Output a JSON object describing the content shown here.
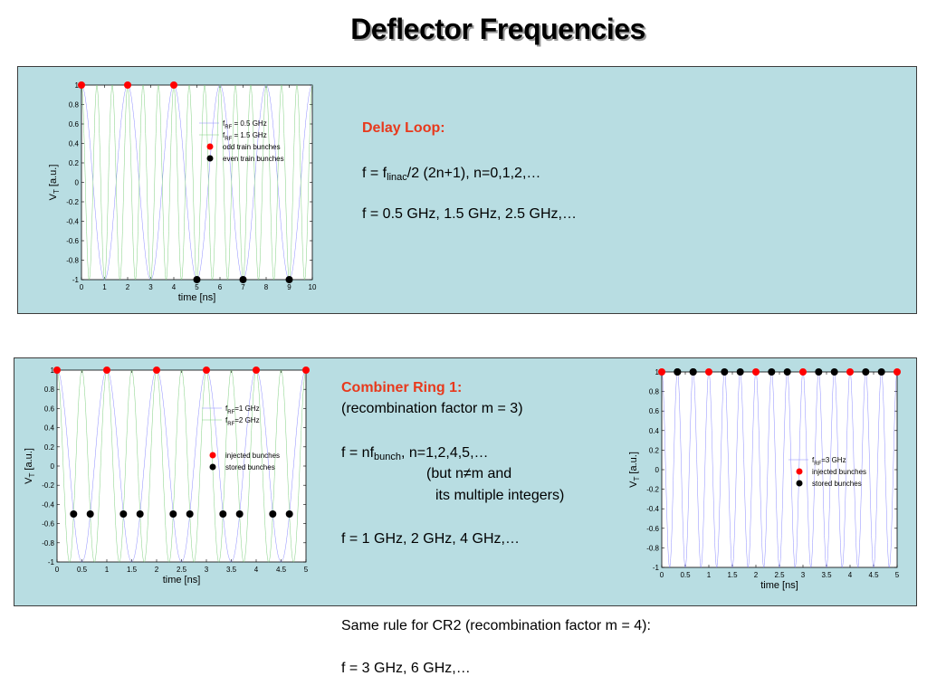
{
  "title": "Deflector Frequencies",
  "delay_loop": {
    "heading": "Delay Loop:",
    "formula_prefix": "f = f",
    "formula_sub": "linac",
    "formula_suffix": "/2 (2n+1),  n=0,1,2,…",
    "values": "f = 0.5 GHz, 1.5 GHz, 2.5 GHz,…"
  },
  "combiner_ring": {
    "heading": "Combiner Ring 1:",
    "subheading": "(recombination factor m = 3)",
    "formula_prefix": "f = nf",
    "formula_sub": "bunch",
    "formula_suffix": ",   n=1,2,4,5,…",
    "condition_1": "(but n≠m and",
    "condition_2": "its multiple integers)",
    "values": "f = 1 GHz, 2 GHz, 4 GHz,…"
  },
  "cr2": {
    "rule": "Same rule for CR2 (recombination factor m = 4):",
    "values": "f = 3 GHz, 6 GHz,…"
  },
  "chart_data": [
    {
      "type": "line",
      "xlabel": "time [ns]",
      "ylabel": "V_T [a.u.]",
      "xlim": [
        0,
        10
      ],
      "ylim": [
        -1,
        1
      ],
      "xticks": [
        "0",
        "1",
        "2",
        "3",
        "4",
        "5",
        "6",
        "7",
        "8",
        "9",
        "10"
      ],
      "yticks": [
        "1",
        "0.8",
        "0.6",
        "0.4",
        "0.2",
        "0",
        "-0.2",
        "-0.4",
        "-0.6",
        "-0.8",
        "-1"
      ],
      "series": [
        {
          "name": "f_RF = 0.5 GHz",
          "freq_ghz": 0.5,
          "color": "#8c8cff"
        },
        {
          "name": "f_RF = 1.5 GHz",
          "freq_ghz": 1.5,
          "color": "#7fd07f"
        }
      ],
      "markers": [
        {
          "name": "odd train bunches",
          "color": "#ff0000",
          "x": [
            0,
            2,
            4
          ],
          "y": 1
        },
        {
          "name": "even train bunches",
          "color": "#000000",
          "x": [
            5,
            7,
            9
          ],
          "y": -1
        }
      ]
    },
    {
      "type": "line",
      "xlabel": "time [ns]",
      "ylabel": "V_T [a.u.]",
      "xlim": [
        0,
        5
      ],
      "ylim": [
        -1,
        1
      ],
      "xticks": [
        "0",
        "0.5",
        "1",
        "1.5",
        "2",
        "2.5",
        "3",
        "3.5",
        "4",
        "4.5",
        "5"
      ],
      "yticks": [
        "1",
        "0.8",
        "0.6",
        "0.4",
        "0.2",
        "0",
        "-0.2",
        "-0.4",
        "-0.6",
        "-0.8",
        "-1"
      ],
      "series": [
        {
          "name": "f_RF=1 GHz",
          "freq_ghz": 1,
          "color": "#8c8cff"
        },
        {
          "name": "f_RF=2 GHz",
          "freq_ghz": 2,
          "color": "#7fd07f"
        }
      ],
      "markers": [
        {
          "name": "injected bunches",
          "color": "#ff0000",
          "x": [
            0,
            1,
            2,
            3,
            4,
            5
          ],
          "y": 1
        },
        {
          "name": "stored bunches",
          "color": "#000000",
          "x": [
            0.333,
            0.667,
            1.333,
            1.667,
            2.333,
            2.667,
            3.333,
            3.667,
            4.333,
            4.667
          ],
          "y": -0.5
        }
      ]
    },
    {
      "type": "line",
      "xlabel": "time [ns]",
      "ylabel": "V_T [a.u.]",
      "xlim": [
        0,
        5
      ],
      "ylim": [
        -1,
        1
      ],
      "xticks": [
        "0",
        "0.5",
        "1",
        "1.5",
        "2",
        "2.5",
        "3",
        "3.5",
        "4",
        "4.5",
        "5"
      ],
      "yticks": [
        "1",
        "0.8",
        "0.6",
        "0.4",
        "0.2",
        "0",
        "-0.2",
        "-0.4",
        "-0.6",
        "-0.8",
        "-1"
      ],
      "series": [
        {
          "name": "f_RF=3 GHz",
          "freq_ghz": 3,
          "color": "#8c8cff"
        }
      ],
      "markers": [
        {
          "name": "injected bunches",
          "color": "#ff0000",
          "x": [
            0,
            1,
            2,
            3,
            4,
            5
          ],
          "y": 1
        },
        {
          "name": "stored bunches",
          "color": "#000000",
          "x": [
            0.333,
            0.667,
            1.333,
            1.667,
            2.333,
            2.667,
            3.333,
            3.667,
            4.333,
            4.667,
            0.333,
            0.667
          ],
          "y": 1
        }
      ]
    }
  ]
}
